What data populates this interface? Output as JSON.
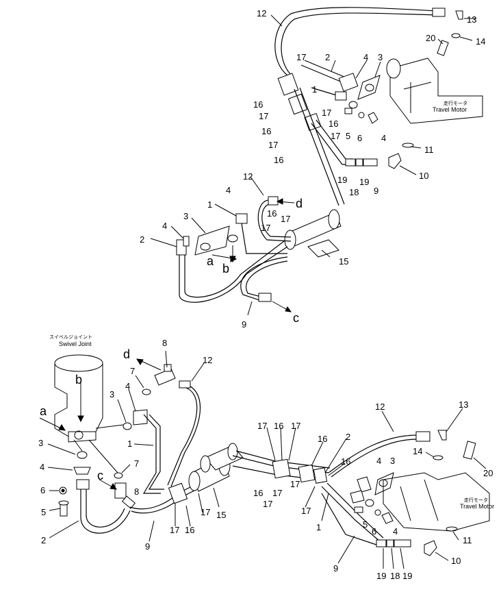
{
  "callouts": {
    "n1": "1",
    "n2": "2",
    "n3": "3",
    "n4": "4",
    "n5": "5",
    "n6": "6",
    "n7": "7",
    "n8": "8",
    "n9": "9",
    "n10": "10",
    "n11": "11",
    "n12": "12",
    "n13": "13",
    "n14": "14",
    "n15": "15",
    "n16": "16",
    "n17": "17",
    "n18": "18",
    "n19": "19",
    "n20": "20",
    "a": "a",
    "b": "b",
    "c": "c",
    "d": "d"
  },
  "labels": {
    "travel_motor_jp": "走行モータ",
    "travel_motor_en": "Travel Motor",
    "swivel_joint_jp": "スイベルジョイント",
    "swivel_joint_en": "Swivel Joint"
  }
}
